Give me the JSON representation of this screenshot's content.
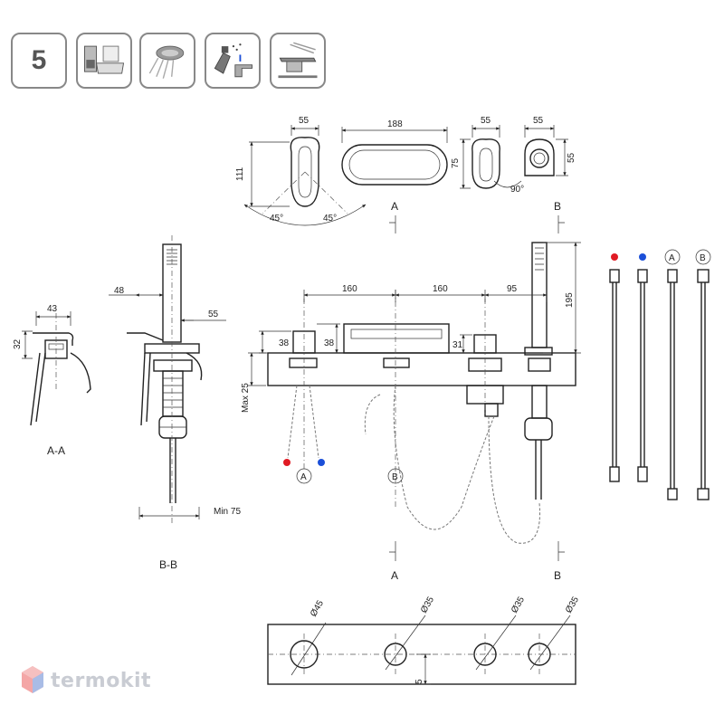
{
  "badge": {
    "number": "5"
  },
  "icons": [
    "bathtub-icon",
    "shower-head-icon",
    "cleaning-spray-icon",
    "cascade-spout-icon"
  ],
  "dims": {
    "top_55a": "55",
    "top_188": "188",
    "top_55b": "55",
    "top_55c": "55",
    "top_111": "111",
    "top_75": "75",
    "top_55d": "55",
    "angle_left": "45°",
    "angle_right": "45°",
    "angle_90": "90°",
    "aa_43": "43",
    "aa_32": "32",
    "bb_48": "48",
    "bb_55": "55",
    "bb_min75": "Min 75",
    "main_160a": "160",
    "main_160b": "160",
    "main_95": "95",
    "main_195": "195",
    "main_38a": "38",
    "main_38b": "38",
    "main_31": "31",
    "main_max25": "Max 25",
    "hole_45": "Ø45",
    "hole_35a": "Ø35",
    "hole_35b": "Ø35",
    "hole_35c": "Ø35",
    "hole_5": "5"
  },
  "labels": {
    "section_a_top": "A",
    "section_b_top": "B",
    "section_a_bottom": "A",
    "section_b_bottom": "B",
    "view_aa": "A-A",
    "view_bb": "B-B",
    "hose_a": "A",
    "hose_b": "B",
    "legend_a": "A",
    "legend_b": "B"
  },
  "colors": {
    "hot": "#e01b24",
    "cold": "#1b4fd8"
  },
  "logo": {
    "text": "termokit"
  }
}
